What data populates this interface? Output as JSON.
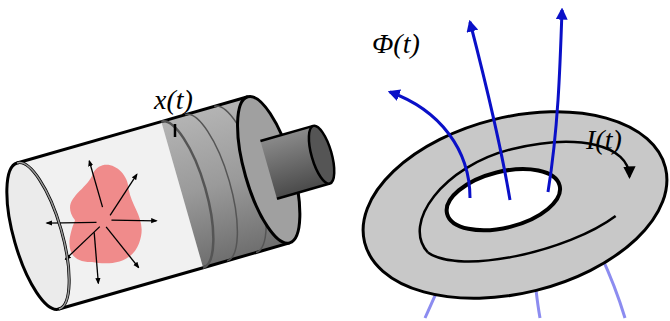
{
  "diagram": {
    "labels": [
      "x(t)",
      "Φ(t)",
      "I(t)"
    ]
  }
}
